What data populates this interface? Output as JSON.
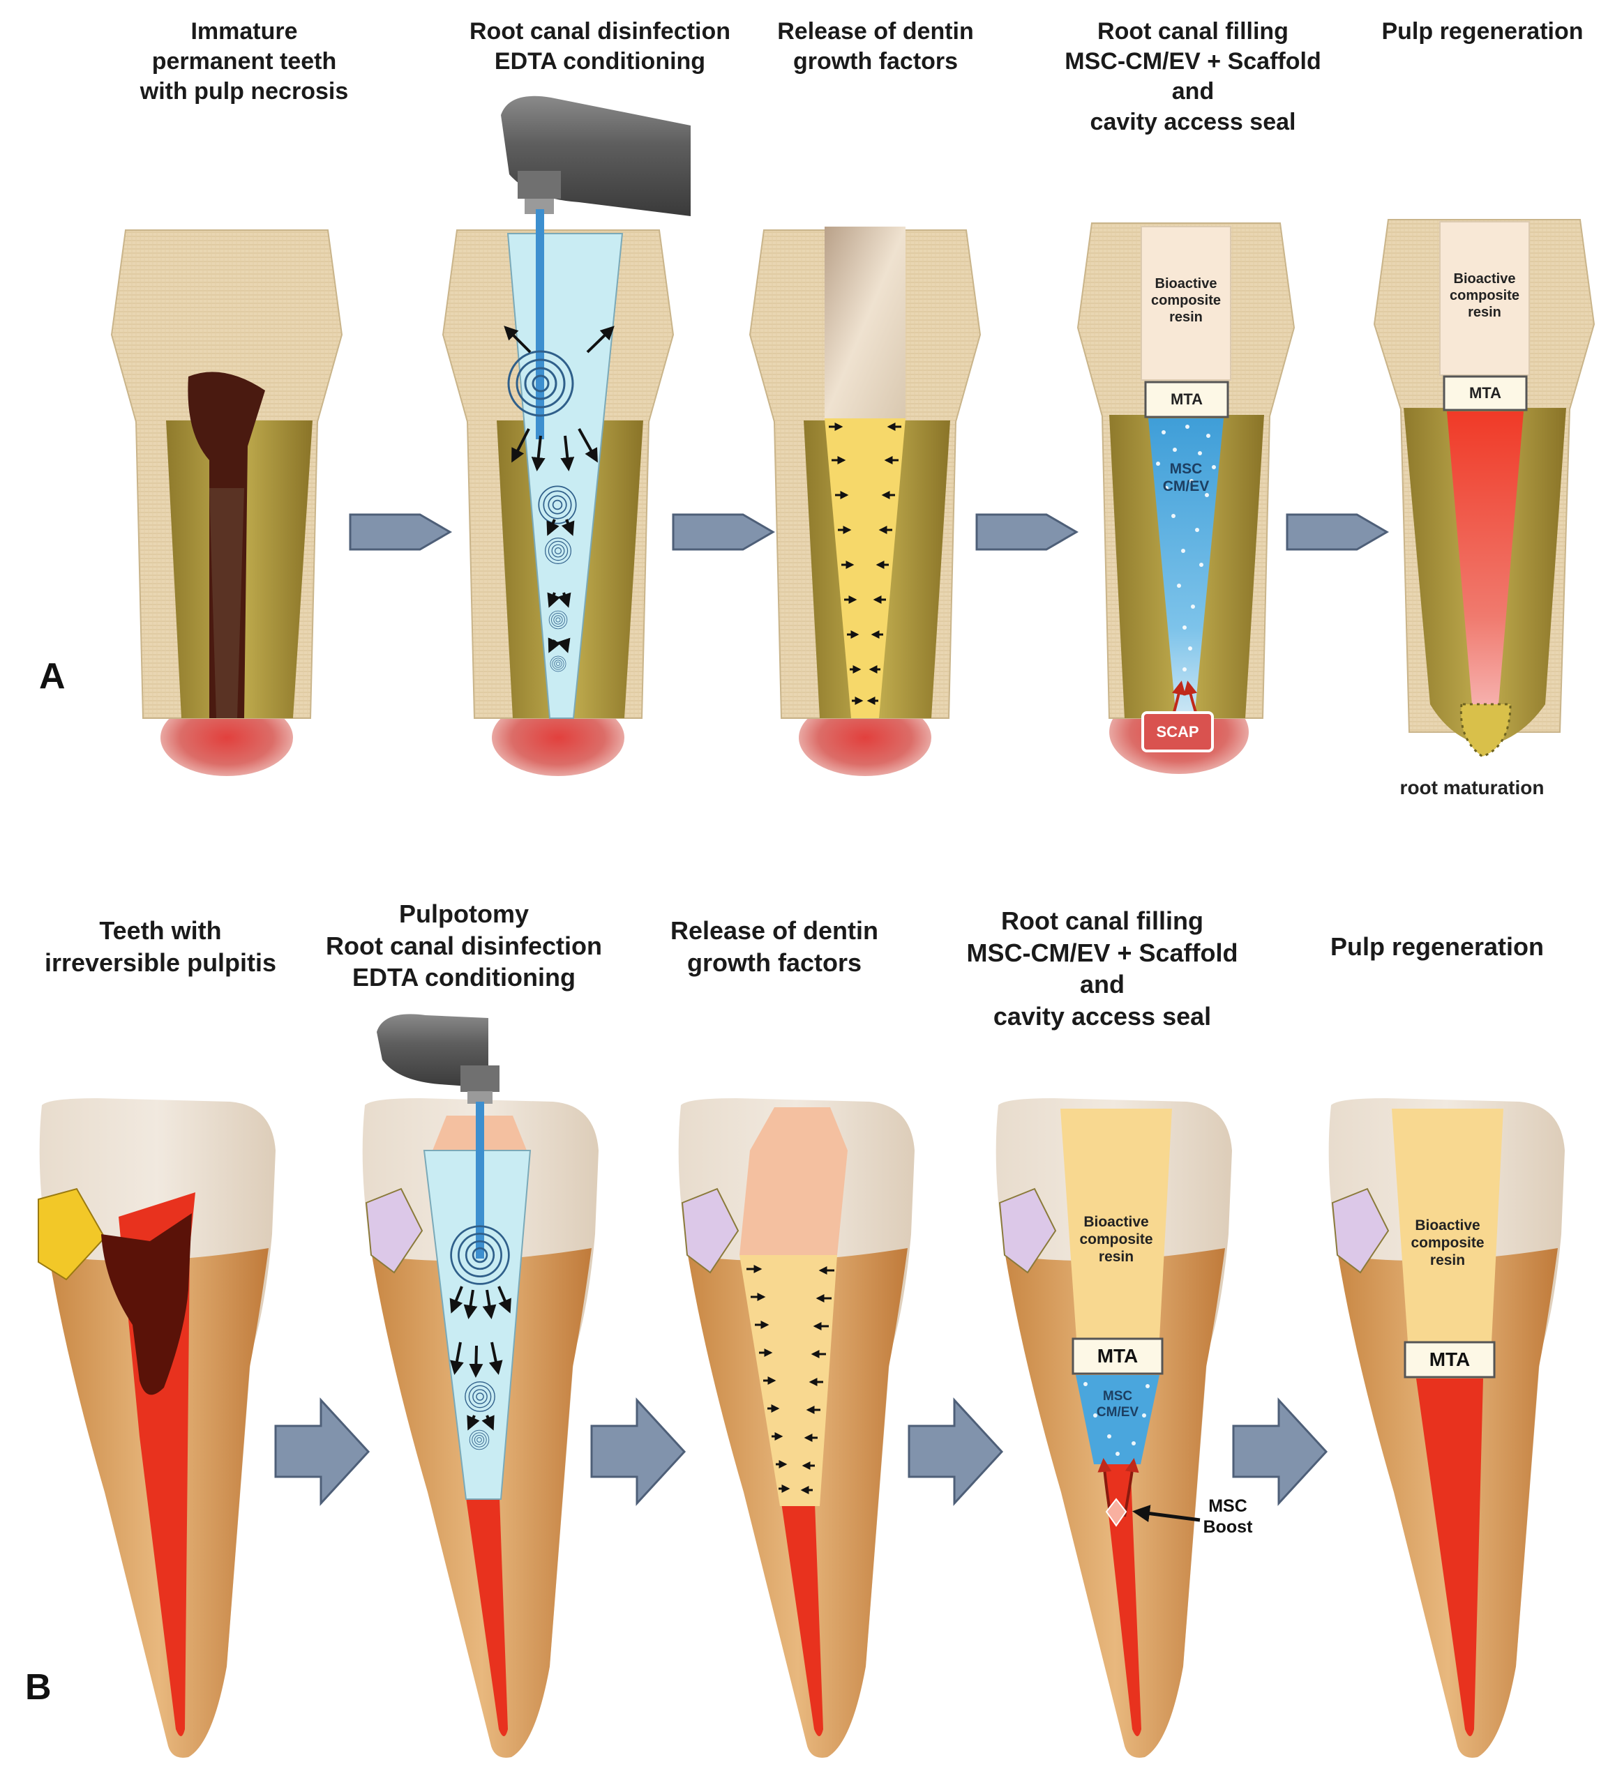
{
  "panelA": {
    "letter": "A",
    "steps": [
      {
        "lines": [
          "Immature",
          "permanent teeth",
          "with pulp necrosis"
        ]
      },
      {
        "lines": [
          "Root canal disinfection",
          "EDTA conditioning"
        ]
      },
      {
        "lines": [
          "Release of dentin",
          "growth factors"
        ]
      },
      {
        "lines": [
          "Root canal filling",
          "MSC-CM/EV + Scaffold",
          "and",
          "cavity access seal"
        ]
      },
      {
        "lines": [
          "Pulp regeneration"
        ]
      }
    ],
    "labels": {
      "resin": [
        "Bioactive",
        "composite",
        "resin"
      ],
      "mta": "MTA",
      "msc": [
        "MSC",
        "CM/EV"
      ],
      "scap": "SCAP",
      "root_maturation": "root maturation"
    }
  },
  "panelB": {
    "letter": "B",
    "steps": [
      {
        "lines": [
          "Teeth with",
          "irreversible pulpitis"
        ]
      },
      {
        "lines": [
          "Pulpotomy",
          "Root canal disinfection",
          "EDTA conditioning"
        ]
      },
      {
        "lines": [
          "Release of dentin",
          "growth factors"
        ]
      },
      {
        "lines": [
          "Root canal filling",
          "MSC-CM/EV + Scaffold",
          "and",
          "cavity access seal"
        ]
      },
      {
        "lines": [
          "Pulp regeneration"
        ]
      }
    ],
    "labels": {
      "resin": [
        "Bioactive",
        "composite",
        "resin"
      ],
      "mta": "MTA",
      "msc": [
        "MSC",
        "CM/EV"
      ],
      "msc_boost": [
        "MSC",
        "Boost"
      ]
    }
  },
  "colors": {
    "crown": "#e9d6b2",
    "root_dentin": "#b09a3e",
    "necrotic_pulp": "#4a1a10",
    "irrigant": "#c9ecf3",
    "growth_factor_zone": "#f6d86a",
    "msc_fill": "#4aa6dd",
    "pulp": "#e8321e",
    "periapical": "#d9524f",
    "arrow": "#7f93ab",
    "mta_box": "#fdf8e6"
  }
}
